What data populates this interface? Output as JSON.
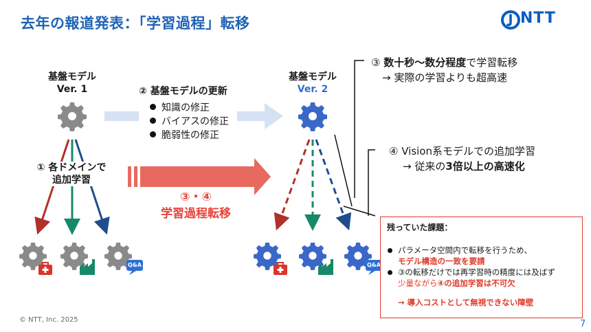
{
  "header": {
    "title": "去年の報道発表：「学習過程」転移",
    "logo_text": "NTT"
  },
  "left_model": {
    "name": "基盤モデル",
    "version": "Ver. 1"
  },
  "right_model": {
    "name": "基盤モデル",
    "version": "Ver. 2"
  },
  "update_step": {
    "title": "② 基盤モデルの更新",
    "bullets": [
      "知識の修正",
      "バイアスの修正",
      "脆弱性の修正"
    ]
  },
  "domain_step": {
    "line1": "① 各ドメインで",
    "line2": "追加学習"
  },
  "transfer": {
    "line1": "③・④",
    "line2": "学習過程転移"
  },
  "point3": {
    "prefix": "③ ",
    "bold": "数十秒～数分程度",
    "suffix": "で学習転移",
    "line2": "→ 実際の学習よりも超高速"
  },
  "point4": {
    "line1": "④ Vision系モデルでの追加学習",
    "line2_prefix": "→ 従来の",
    "line2_bold": "3倍以上の高速化"
  },
  "issues": {
    "title": "残っていた課題：",
    "b1_line1": "パラメータ空間内で転移を行うため、",
    "b1_line2": "モデル構造の一致を要請",
    "b2_line1": "③の転移だけでは再学習時の精度には及ばず",
    "b2_line2_prefix": "少量ながら",
    "b2_line2_red": "④の追加学習は不可欠",
    "conclusion": "→ 導入コストとして無視できない障壁"
  },
  "badges": {
    "qa": "Q&A"
  },
  "footer": {
    "copyright": "© NTT, Inc.  2025",
    "page": "7"
  },
  "colors": {
    "title_blue": "#1f63b5",
    "gear_gray": "#8a8a8a",
    "gear_blue": "#3a68c8",
    "red_arrow": "#e86a5e",
    "light_arrow": "#d5e2f3",
    "dark_red": "#b0302a",
    "teal": "#17896b",
    "navy": "#1f4e8c"
  }
}
